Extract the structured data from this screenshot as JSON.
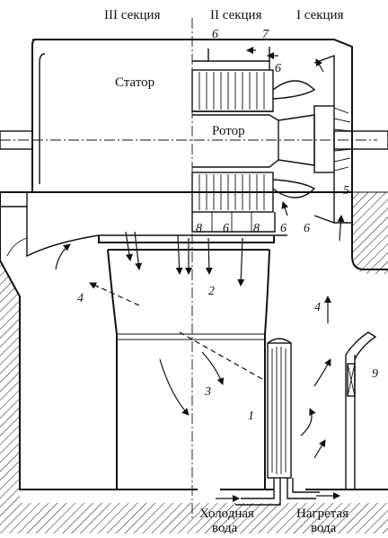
{
  "sections": {
    "s3": "III секция",
    "s2": "II секция",
    "s1": "I секция"
  },
  "labels": {
    "stator": "Статор",
    "rotor": "Ротор",
    "cold_water_1": "Холодная",
    "cold_water_2": "вода",
    "hot_water_1": "Нагретая",
    "hot_water_2": "вода"
  },
  "numbers": {
    "n1": "1",
    "n2": "2",
    "n3": "3",
    "n4a": "4",
    "n4b": "4",
    "n5": "5",
    "n6a": "6",
    "n6b": "6",
    "n6c": "6",
    "n6d": "6",
    "n6e": "6",
    "n7": "7",
    "n8a": "8",
    "n8b": "8",
    "n9": "9"
  }
}
